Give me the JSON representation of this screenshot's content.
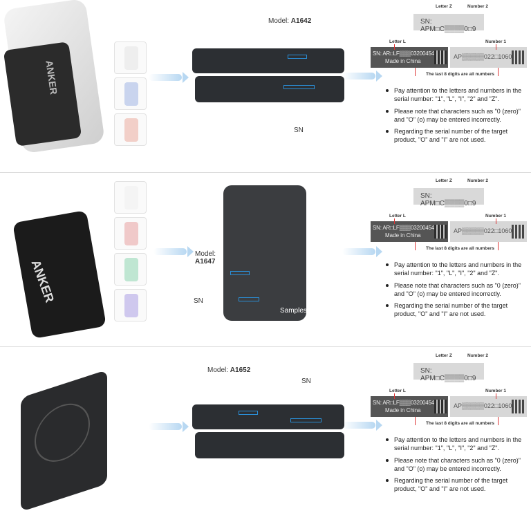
{
  "sections": [
    {
      "model_prefix": "Model: ",
      "model": "A1642",
      "sn": "SN"
    },
    {
      "model_prefix": "Model:",
      "model": "A1647",
      "sn": "SN",
      "samples": "Samples"
    },
    {
      "model_prefix": "Model: ",
      "model": "A1652",
      "sn": "SN"
    }
  ],
  "sn_guide": {
    "letter_z": "Letter Z",
    "number_2": "Number 2",
    "letter_l": "Letter L",
    "number_1": "Number 1",
    "strip_text": "SN: APM□C▒▒▒▒0□9",
    "dark_label_line1": "SN: AR□LF▒▒▒03200454",
    "dark_label_line2": "Made in China",
    "light_label": "AP▒▒▒▒▒022□1060",
    "last_digits_note": "The last 8 digits are all numbers"
  },
  "bullets": [
    "Pay attention to the letters and numbers in the serial number: \"1\", \"L\", \"I\", \"2\" and \"Z\".",
    "Please note that characters such as \"0 (zero)\" and \"O\" (o) may be entered incorrectly.",
    "Regarding the serial number of the target product, \"O\" and \"I\" are not used."
  ],
  "brand": "ANKER",
  "colors": {
    "accent": "#2a8fd8",
    "marker": "#d33333"
  }
}
